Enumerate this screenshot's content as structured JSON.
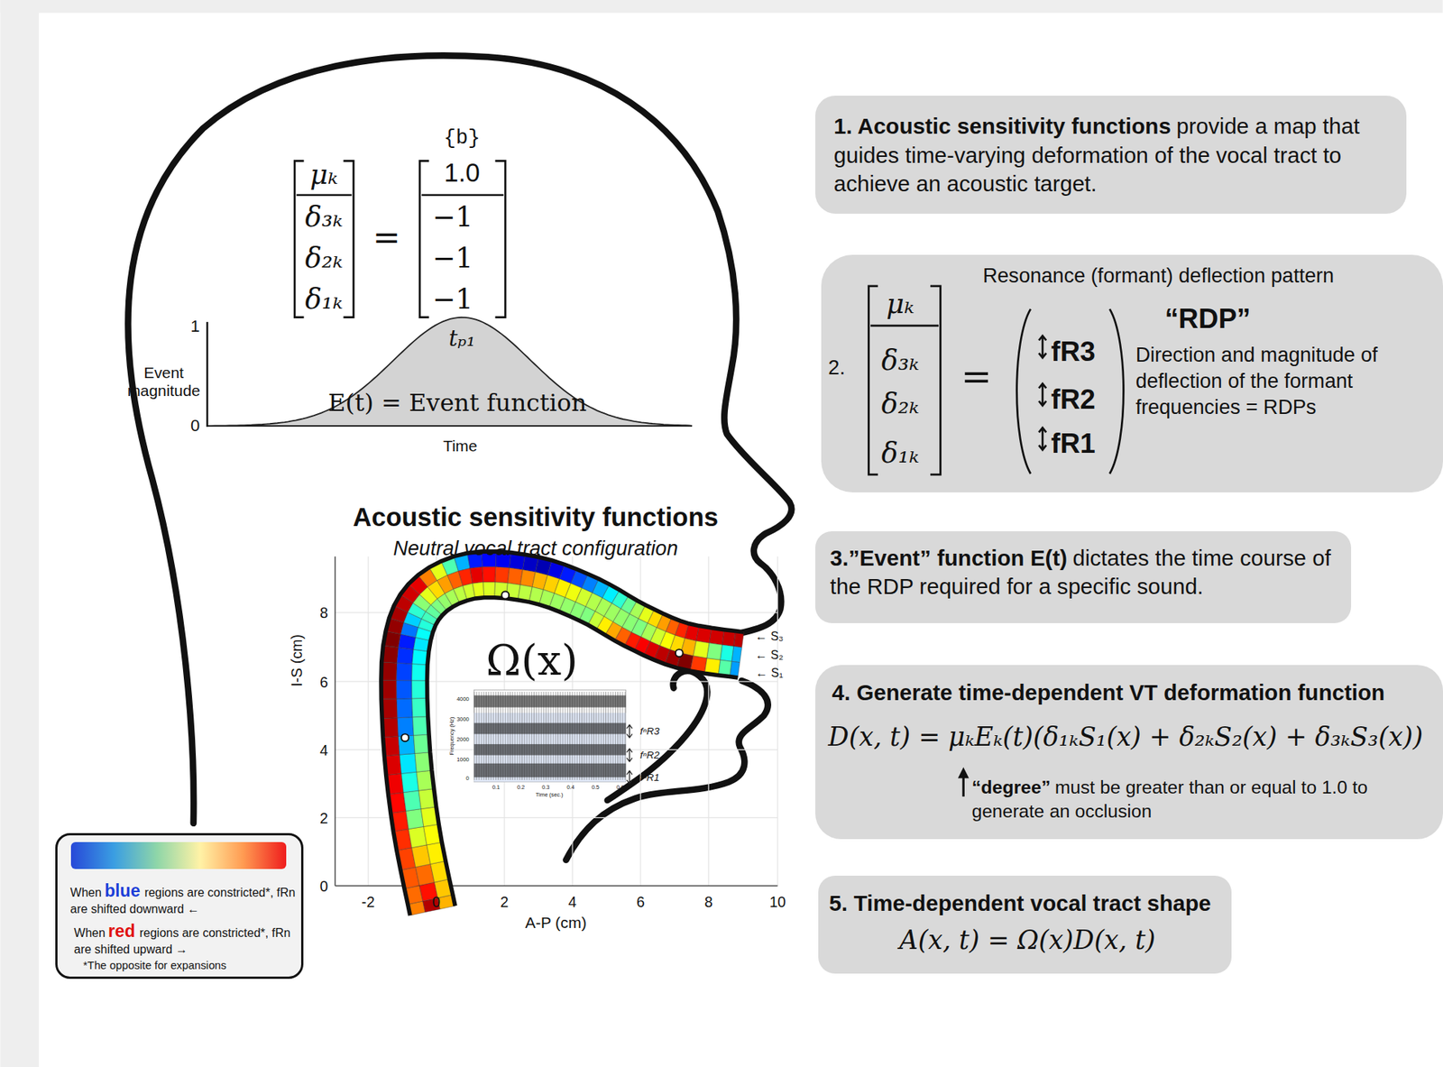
{
  "diagram": {
    "nodes": [
      {
        "text": [
          "1. Acoustic sensitivity functions",
          "provide a map that guides time-varying deformation of the vocal tract to achieve an acoustic target."
        ]
      },
      {
        "text": [
          "Resonance (formant) deflection pattern",
          "2.",
          "μₖ",
          "δ₃ₖ",
          "δ₂ₖ",
          "δ₁ₖ",
          "=",
          "fR3",
          "fR2",
          "fR1",
          "“RDP”",
          "Direction and magnitude of deflection of the formant frequencies = RDPs"
        ]
      },
      {
        "text": [
          "3.”Event” function E(t)",
          "dictates the time course of the RDP required for a specific sound."
        ]
      },
      {
        "text": [
          "4. Generate time-dependent VT deformation function",
          "D(x, t) = μₖEₖ(t)(δ₁ₖS₁(x) + δ₂ₖS₂(x) + δ₃ₖS₃(x))",
          "“degree”",
          "must be greater than or equal to 1.0 to generate an occlusion"
        ]
      },
      {
        "text": [
          "5. Time-dependent vocal tract shape",
          "A(x, t) = Ω(x)D(x, t)"
        ]
      },
      {
        "text": [
          "When",
          "blue",
          "regions are constricted*, fRn are shifted downward ←",
          "When",
          "red",
          "regions are constricted*, fRn are shifted upward →",
          "*The opposite for expansions"
        ]
      }
    ],
    "edges": [],
    "labels": [
      "{b}",
      "μₖ",
      "δ₃ₖ",
      "δ₂ₖ",
      "δ₁ₖ",
      "=",
      "1.0",
      "−1",
      "−1",
      "−1",
      "1",
      "Event magnitude",
      "0",
      "tₚ₁",
      "E(t) = Event function",
      "Time",
      "Acoustic sensitivity functions",
      "Neutral vocal tract configuration",
      "I-S (cm)",
      "8",
      "6",
      "4",
      "2",
      "0",
      "-2",
      "0",
      "2",
      "4",
      "6",
      "8",
      "10",
      "A-P (cm)",
      "Ω(x)",
      "← S₃",
      "← S₂",
      "← S₁",
      "fⁿR3",
      "fⁿR2",
      "fⁿR1",
      "4000",
      "3000",
      "2000",
      "1000",
      "0",
      "Frequency (Hz)",
      "0.1",
      "0.2",
      "0.3",
      "0.4",
      "0.5",
      "0.6",
      "Time (sec.)"
    ]
  }
}
